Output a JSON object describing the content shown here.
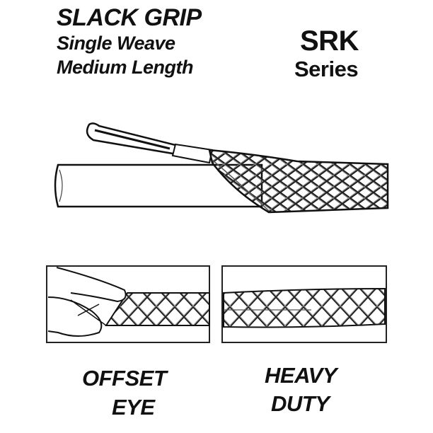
{
  "header": {
    "title": "SLACK GRIP",
    "subtitle_line1": "Single Weave",
    "subtitle_line2": "Medium Length"
  },
  "series": {
    "code": "SRK",
    "label": "Series"
  },
  "panels": [
    {
      "caption_line1": "OFFSET",
      "caption_line2": "EYE"
    },
    {
      "caption_line1": "HEAVY",
      "caption_line2": "DUTY"
    }
  ],
  "colors": {
    "ink": "#111111",
    "background": "#ffffff"
  }
}
